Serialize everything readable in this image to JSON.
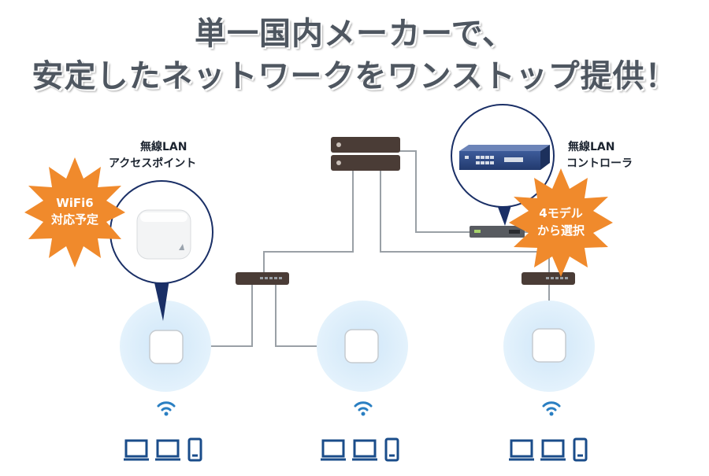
{
  "title": {
    "line1": "単一国内メーカーで、",
    "line2": "安定したネットワークをワンストップ提供！"
  },
  "labels": {
    "ap": [
      "無線LAN",
      "アクセスポイント"
    ],
    "controller": [
      "無線LAN",
      "コントローラ"
    ]
  },
  "badges": {
    "wifi6": [
      "WiFi6",
      "対応予定"
    ],
    "models": [
      "4モデル",
      "から選択"
    ]
  },
  "colors": {
    "headline": "#4e5660",
    "burst": "#f08a2c",
    "ap_glow": "#dbeefa",
    "wifi": "#2a7fc2",
    "device": "#1a4c8a",
    "line": "#9aa0a6",
    "switch": "#4a3c36"
  }
}
